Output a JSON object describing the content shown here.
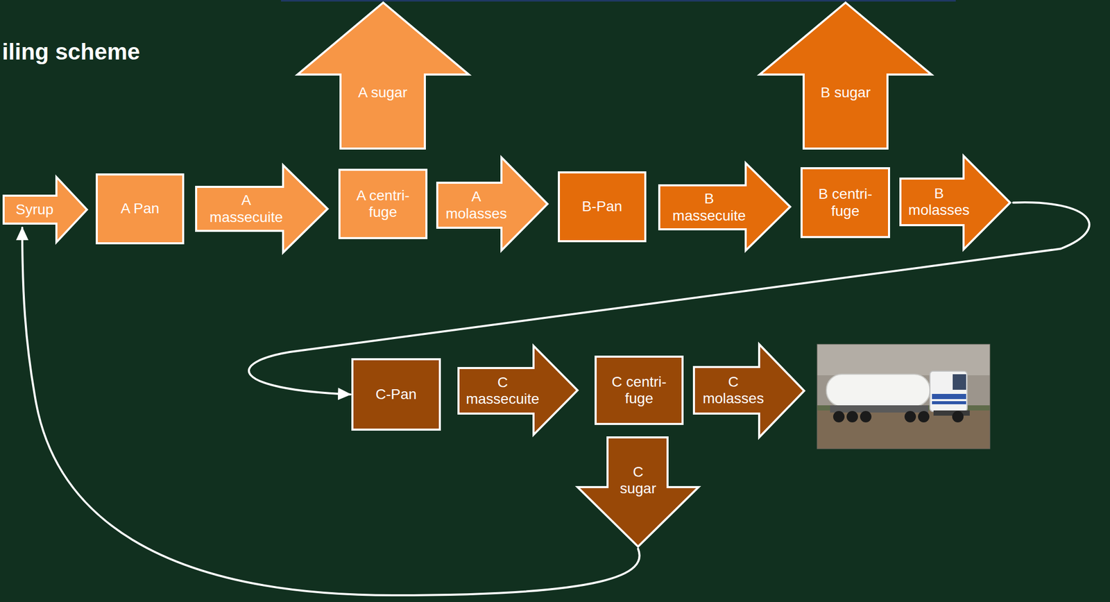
{
  "diagram": {
    "title": "iling scheme",
    "nodes": [
      {
        "text": [
          "Syrup"
        ]
      },
      {
        "text": [
          "A Pan"
        ]
      },
      {
        "text": [
          "A massecuite"
        ]
      },
      {
        "text": [
          "A centri- fuge"
        ]
      },
      {
        "text": [
          "A sugar"
        ]
      },
      {
        "text": [
          "A molasses"
        ]
      },
      {
        "text": [
          "B-Pan"
        ]
      },
      {
        "text": [
          "B massecuite"
        ]
      },
      {
        "text": [
          "B centri- fuge"
        ]
      },
      {
        "text": [
          "B sugar"
        ]
      },
      {
        "text": [
          "B molasses"
        ]
      },
      {
        "text": [
          "C-Pan"
        ]
      },
      {
        "text": [
          "C massecuite"
        ]
      },
      {
        "text": [
          "C centri- fuge"
        ]
      },
      {
        "text": [
          "C sugar"
        ]
      },
      {
        "text": [
          "C molasses"
        ]
      }
    ],
    "edges": [
      {
        "from": 10,
        "to": 11,
        "arrow": "to"
      },
      {
        "from": 14,
        "to": 0,
        "arrow": "to"
      }
    ]
  }
}
